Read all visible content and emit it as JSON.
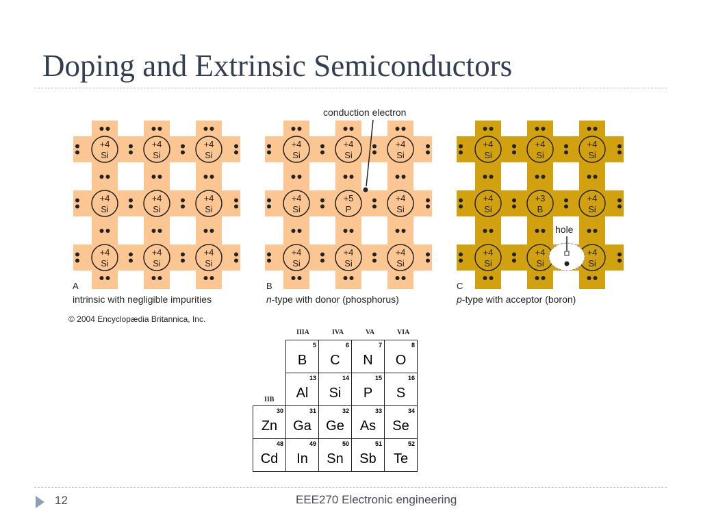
{
  "slide": {
    "title": "Doping and Extrinsic Semiconductors",
    "page_number": "12",
    "footer": "EEE270 Electronic engineering"
  },
  "figure": {
    "copyright": "© 2004 Encyclopædia Britannica, Inc.",
    "annotations": {
      "conduction_electron": "conduction electron",
      "hole": "hole"
    },
    "colors": {
      "light_fill": "#fcc693",
      "dark_fill": "#d1a10f",
      "stroke": "#222222"
    },
    "panels": [
      {
        "letter": "A",
        "caption": "intrinsic with negligible impurities",
        "caption_prefix": "",
        "atoms": [
          [
            "+4",
            "Si"
          ],
          [
            "+4",
            "Si"
          ],
          [
            "+4",
            "Si"
          ],
          [
            "+4",
            "Si"
          ],
          [
            "+4",
            "Si"
          ],
          [
            "+4",
            "Si"
          ],
          [
            "+4",
            "Si"
          ],
          [
            "+4",
            "Si"
          ],
          [
            "+4",
            "Si"
          ]
        ]
      },
      {
        "letter": "B",
        "caption": "-type with donor (phosphorus)",
        "caption_prefix": "n",
        "atoms": [
          [
            "+4",
            "Si"
          ],
          [
            "+4",
            "Si"
          ],
          [
            "+4",
            "Si"
          ],
          [
            "+4",
            "Si"
          ],
          [
            "+5",
            "P"
          ],
          [
            "+4",
            "Si"
          ],
          [
            "+4",
            "Si"
          ],
          [
            "+4",
            "Si"
          ],
          [
            "+4",
            "Si"
          ]
        ]
      },
      {
        "letter": "C",
        "caption": "-type with acceptor (boron)",
        "caption_prefix": "p",
        "atoms": [
          [
            "+4",
            "Si"
          ],
          [
            "+4",
            "Si"
          ],
          [
            "+4",
            "Si"
          ],
          [
            "+4",
            "Si"
          ],
          [
            "+3",
            "B"
          ],
          [
            "+4",
            "Si"
          ],
          [
            "+4",
            "Si"
          ],
          [
            "+4",
            "Si"
          ],
          [
            "+4",
            "Si"
          ]
        ]
      }
    ]
  },
  "periodic_table": {
    "group_labels": [
      "IIIA",
      "IVA",
      "VA",
      "VIA"
    ],
    "side_label": "IIB",
    "rows": [
      [
        null,
        {
          "n": "5",
          "s": "B"
        },
        {
          "n": "6",
          "s": "C"
        },
        {
          "n": "7",
          "s": "N"
        },
        {
          "n": "8",
          "s": "O"
        }
      ],
      [
        null,
        {
          "n": "13",
          "s": "Al"
        },
        {
          "n": "14",
          "s": "Si"
        },
        {
          "n": "15",
          "s": "P"
        },
        {
          "n": "16",
          "s": "S"
        }
      ],
      [
        {
          "n": "30",
          "s": "Zn"
        },
        {
          "n": "31",
          "s": "Ga"
        },
        {
          "n": "32",
          "s": "Ge"
        },
        {
          "n": "33",
          "s": "As"
        },
        {
          "n": "34",
          "s": "Se"
        }
      ],
      [
        {
          "n": "48",
          "s": "Cd"
        },
        {
          "n": "49",
          "s": "In"
        },
        {
          "n": "50",
          "s": "Sn"
        },
        {
          "n": "51",
          "s": "Sb"
        },
        {
          "n": "52",
          "s": "Te"
        }
      ]
    ]
  }
}
